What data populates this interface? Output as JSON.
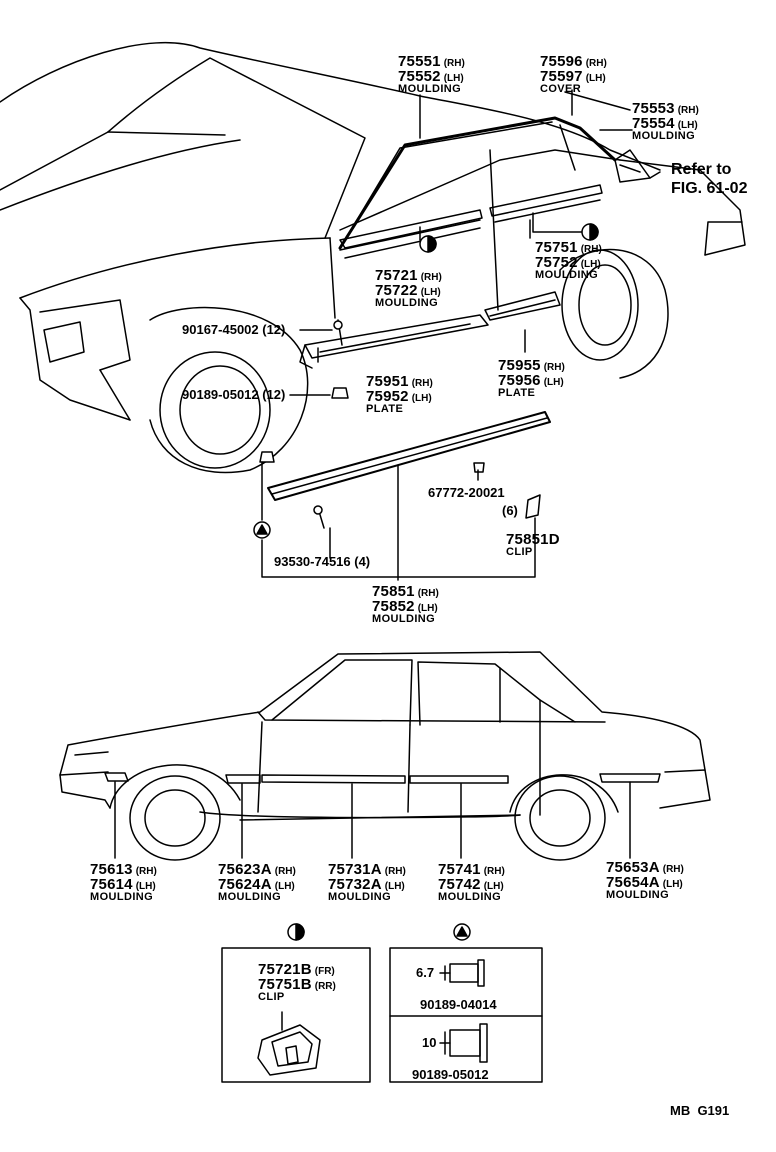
{
  "callouts": {
    "upper_belt_moulding": {
      "rh_part": "75551",
      "rh_side": "(RH)",
      "lh_part": "75552",
      "lh_side": "(LH)",
      "desc": "MOULDING"
    },
    "cover": {
      "rh_part": "75596",
      "rh_side": "(RH)",
      "lh_part": "75597",
      "lh_side": "(LH)",
      "desc": "COVER"
    },
    "rear_pillar_moulding": {
      "rh_part": "75553",
      "rh_side": "(RH)",
      "lh_part": "75554",
      "lh_side": "(LH)",
      "desc": "MOULDING"
    },
    "refer_to": {
      "line1": "Refer to",
      "line2": "FIG. 61-02"
    },
    "front_belt_moulding": {
      "rh_part": "75721",
      "rh_side": "(RH)",
      "lh_part": "75722",
      "lh_side": "(LH)",
      "desc": "MOULDING"
    },
    "rear_belt_moulding": {
      "rh_part": "75751",
      "rh_side": "(RH)",
      "lh_part": "75752",
      "lh_side": "(LH)",
      "desc": "MOULDING"
    },
    "screw_top": {
      "text": "90167-45002 (12)"
    },
    "clip_nut": {
      "text": "90189-05012 (12)"
    },
    "front_plate": {
      "rh_part": "75951",
      "rh_side": "(RH)",
      "lh_part": "75952",
      "lh_side": "(LH)",
      "desc": "PLATE"
    },
    "rear_plate": {
      "rh_part": "75955",
      "rh_side": "(RH)",
      "lh_part": "75956",
      "lh_side": "(LH)",
      "desc": "PLATE"
    },
    "rocker_clip_part": {
      "text": "67772-20021"
    },
    "rocker_clip_qty": {
      "text": "(6)"
    },
    "clip_75851d": {
      "part": "75851D",
      "desc": "CLIP"
    },
    "screw_bottom": {
      "text": "93530-74516 (4)"
    },
    "rocker_moulding": {
      "rh_part": "75851",
      "rh_side": "(RH)",
      "lh_part": "75852",
      "lh_side": "(LH)",
      "desc": "MOULDING"
    }
  },
  "side_view": [
    {
      "rh_part": "75613",
      "rh_side": "(RH)",
      "lh_part": "75614",
      "lh_side": "(LH)",
      "desc": "MOULDING"
    },
    {
      "rh_part": "75623A",
      "rh_side": "(RH)",
      "lh_part": "75624A",
      "lh_side": "(LH)",
      "desc": "MOULDING"
    },
    {
      "rh_part": "75731A",
      "rh_side": "(RH)",
      "lh_part": "75732A",
      "lh_side": "(LH)",
      "desc": "MOULDING"
    },
    {
      "rh_part": "75741",
      "rh_side": "(RH)",
      "lh_part": "75742",
      "lh_side": "(LH)",
      "desc": "MOULDING"
    },
    {
      "rh_part": "75653A",
      "rh_side": "(RH)",
      "lh_part": "75654A",
      "lh_side": "(LH)",
      "desc": "MOULDING"
    }
  ],
  "detail_half": {
    "line1_part": "75721B",
    "line1_side": "(FR)",
    "line2_part": "75751B",
    "line2_side": "(RR)",
    "desc": "CLIP"
  },
  "detail_triangle": {
    "top_dim": "6.7",
    "top_part": "90189-04014",
    "bottom_dim": "10",
    "bottom_part": "90189-05012"
  },
  "figure_code": "MB  G191"
}
